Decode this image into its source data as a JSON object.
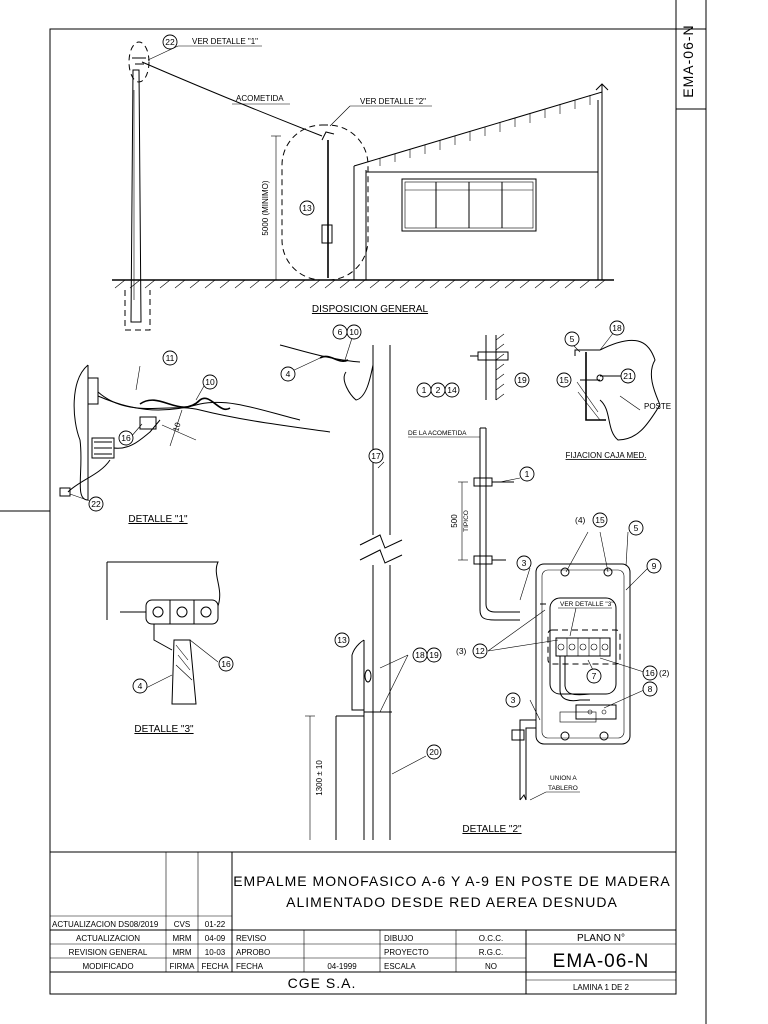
{
  "side_code": "EMA-06-N",
  "callouts": {
    "ver_detalle_1": "VER DETALLE \"1\"",
    "ver_detalle_2": "VER DETALLE \"2\"",
    "ver_detalle_3": "VER DETALLE \"3\"",
    "acometida": "ACOMETIDA",
    "dim_5000": "5000 (MINIMO)",
    "disposicion_general": "DISPOSICION GENERAL",
    "detalle_1": "DETALLE \"1\"",
    "detalle_2": "DETALLE \"2\"",
    "detalle_3": "DETALLE \"3\"",
    "de_la_acometida": "DE LA ACOMETIDA",
    "fijacion_caja": "FIJACION CAJA MED.",
    "poste": "POSTE",
    "dim_500": "500",
    "tipico": "TIPICO",
    "dim_1300": "1300 ± 10",
    "union_a": "UNION A",
    "tablero": "TABLERO",
    "dim_10": "10",
    "paren_4": "(4)",
    "paren_3": "(3)",
    "paren_2": "(2)"
  },
  "items": {
    "n1": "1",
    "n2": "2",
    "n3": "3",
    "n4": "4",
    "n5": "5",
    "n6": "6",
    "n7": "7",
    "n8": "8",
    "n9": "9",
    "n10": "10",
    "n11": "11",
    "n12": "12",
    "n13": "13",
    "n14": "14",
    "n15": "15",
    "n16": "16",
    "n17": "17",
    "n18": "18",
    "n19": "19",
    "n20": "20",
    "n21": "21",
    "n22": "22"
  },
  "title_block": {
    "title_line1": "EMPALME MONOFASICO A-6 Y A-9 EN POSTE DE MADERA",
    "title_line2": "ALIMENTADO DESDE RED AEREA DESNUDA",
    "rows": [
      {
        "label": "ACTUALIZACION DS08/2019",
        "firma": "CVS",
        "fecha": "01-22"
      },
      {
        "label": "ACTUALIZACION",
        "firma": "MRM",
        "fecha": "04-09"
      },
      {
        "label": "REVISION GENERAL",
        "firma": "MRM",
        "fecha": "10-03"
      },
      {
        "label": "MODIFICADO",
        "firma": "FIRMA",
        "fecha": "FECHA"
      }
    ],
    "reviso": "REVISO",
    "aprobo": "APROBO",
    "fecha_label": "FECHA",
    "fecha_value": "04-1999",
    "dibujo": "DIBUJO",
    "dibujo_value": "O.C.C.",
    "proyecto": "PROYECTO",
    "proyecto_value": "R.G.C.",
    "escala": "ESCALA",
    "escala_value": "NO",
    "plano_label": "PLANO N°",
    "plano_value": "EMA-06-N",
    "company": "CGE S.A.",
    "lamina": "LAMINA 1 DE 2"
  }
}
